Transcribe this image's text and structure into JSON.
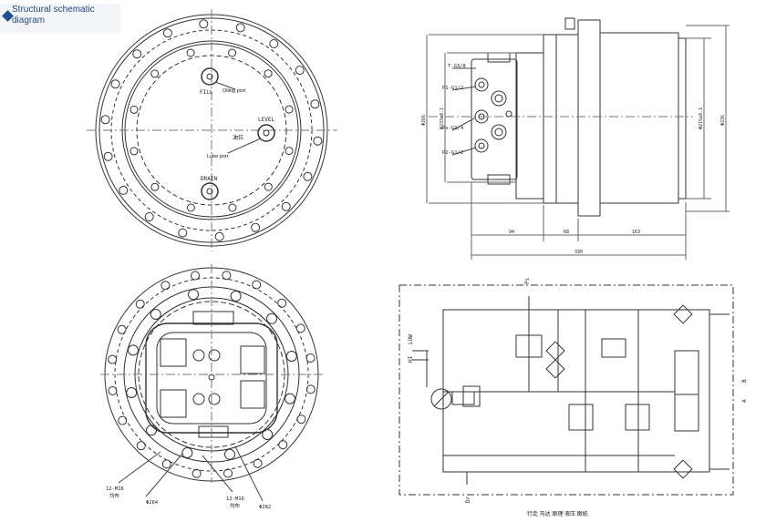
{
  "caption": {
    "line1": "Structural schematic",
    "line2": "diagram"
  },
  "front_view": {
    "fill": "FILL",
    "oiling_port": "Oiling port",
    "level": "LEVEL",
    "level_cn": "油位",
    "lube_port": "Lube port",
    "drain": "DRAIN"
  },
  "side_view": {
    "t_port": "T-G3/8",
    "p1_port": "P1-G1/2",
    "ps_port": "Ps-G1/4",
    "p2_port": "P2-G1/2",
    "dim_left_outer": "Φ266",
    "dim_left_inner": "Φ233±0.1",
    "dim_right_inner": "Φ215±0.1",
    "dim_right_outer": "Φ236",
    "dim_94": "94",
    "dim_68": "68",
    "dim_163": "163",
    "dim_330": "330"
  },
  "back_view": {
    "bolt_left": "12-M16",
    "bolt_left_cn": "均布",
    "dia_left": "Φ264",
    "bolt_right": "12-M16",
    "bolt_right_cn": "均布",
    "dia_right": "Φ282"
  },
  "hydraulic": {
    "ps": "Ps",
    "hi": "HI",
    "low": "LOW",
    "dr": "Dr",
    "port_a": "A",
    "port_b": "B",
    "bottom_cn": "行走 马达 原理 液压 图纸"
  }
}
